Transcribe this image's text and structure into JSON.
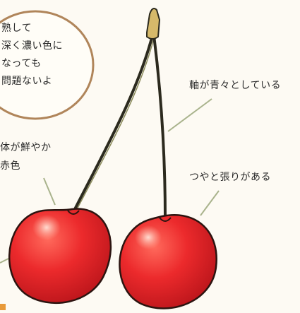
{
  "colors": {
    "background": "#fdfaf3",
    "cherry_red": "#e8262e",
    "cherry_dark": "#c01818",
    "highlight": "#f7c0b0",
    "stem": "#2c2a1e",
    "stem_tip": "#d6b96a",
    "bubble_outline": "#b0855a",
    "callout_line": "#a9b38c",
    "ink": "#2a2a2a"
  },
  "bubble": {
    "text": "熟して\n深く濃い色に\nなっても\n問題ないよ"
  },
  "labels": {
    "stem": "軸が青々としている",
    "body": "体が鮮やか\n赤色",
    "gloss": "つやと張りがある"
  },
  "icons": {
    "cherries": "cherry-pair-illustration"
  }
}
